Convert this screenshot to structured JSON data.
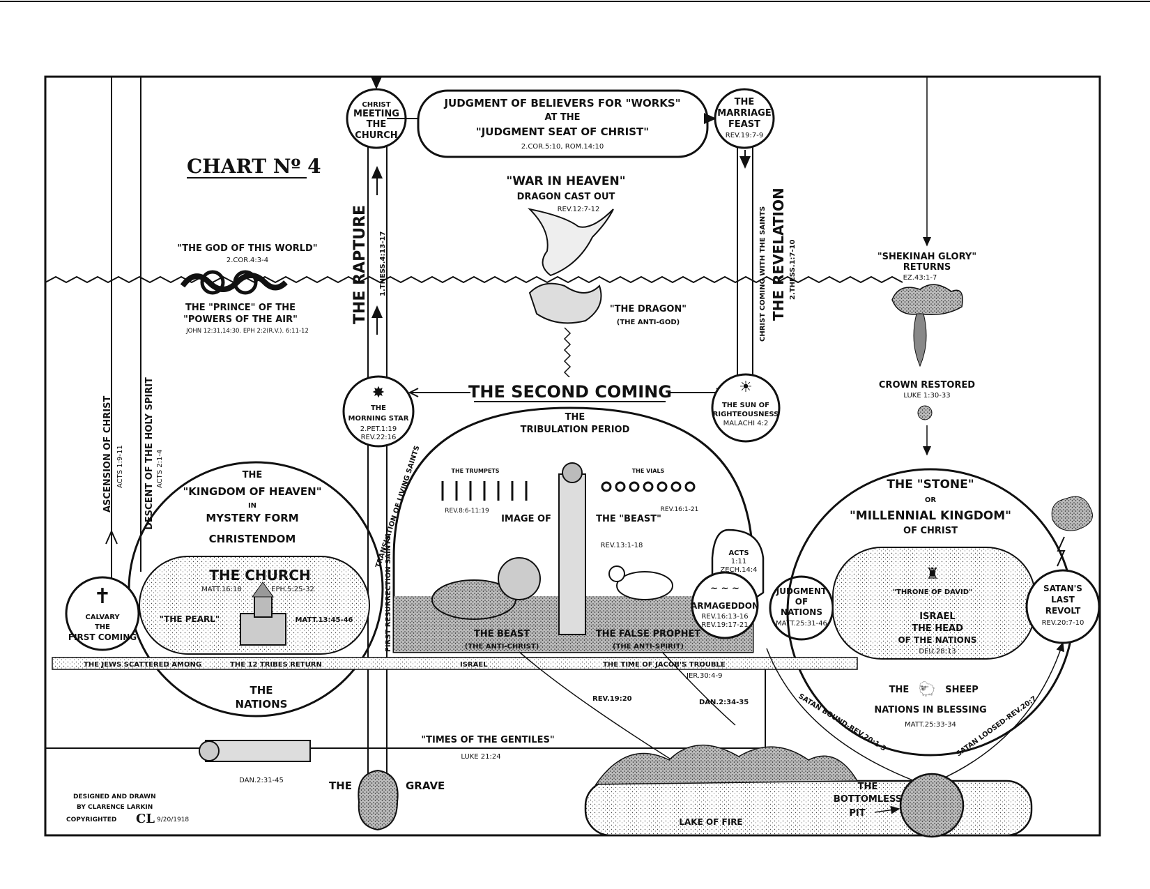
{
  "title": "CHART Nº 4",
  "top_band": {
    "judgment": [
      "JUDGMENT OF BELIEVERS FOR \"WORKS\"",
      "AT THE",
      "\"JUDGMENT SEAT OF CHRIST\"",
      "2.COR.5:10, ROM.14:10"
    ],
    "christ_meeting": [
      "CHRIST",
      "MEETING",
      "THE",
      "CHURCH"
    ],
    "marriage_feast": [
      "THE",
      "MARRIAGE",
      "FEAST",
      "REV.19:7-9"
    ]
  },
  "war_in_heaven": [
    "\"WAR IN HEAVEN\"",
    "DRAGON CAST OUT",
    "REV.12:7-12"
  ],
  "dragon": [
    "\"THE DRAGON\"",
    "(THE ANTI-GOD)"
  ],
  "god_of_world": [
    "\"THE GOD OF THIS WORLD\"",
    "2.COR.4:3-4"
  ],
  "prince_of_air": [
    "THE \"PRINCE\" OF THE",
    "\"POWERS OF THE AIR\"",
    "JOHN 12:31,14:30. EPH 2:2(R.V.). 6:11-12"
  ],
  "vertical": {
    "ascension": "ASCENSION OF CHRIST",
    "ascension_ref": "ACTS 1:9-11",
    "descent": "DESCENT OF THE HOLY SPIRIT",
    "descent_ref": "ACTS 2:1-4",
    "rapture": "THE RAPTURE",
    "rapture_ref": "1.THESS.4:13-17",
    "revelation": "THE REVELATION",
    "revelation_ref": "2.THESS.1:7-10",
    "christ_coming": "CHRIST COMING WITH THE SAINTS",
    "translation": "TRANSLATION OF LIVING SAINTS",
    "first_resurrection": "FIRST RESURRECTION SAINTS"
  },
  "shekinah": [
    "\"SHEKINAH GLORY\"",
    "RETURNS",
    "EZ.43:1-7"
  ],
  "crown": [
    "CROWN RESTORED",
    "LUKE 1:30-33"
  ],
  "second_coming": "THE SECOND COMING",
  "morning_star": [
    "THE",
    "MORNING STAR",
    "2.PET.1:19",
    "REV.22:16"
  ],
  "sun_of_righteousness": [
    "THE SUN OF",
    "RIGHTEOUSNESS",
    "MALACHI 4:2"
  ],
  "tribulation": [
    "THE",
    "TRIBULATION PERIOD"
  ],
  "trumpets": [
    "THE TRUMPETS",
    "REV.8:6-11:19"
  ],
  "vials": [
    "THE VIALS",
    "REV.16:1-21"
  ],
  "image": [
    "IMAGE OF",
    "THE \"BEAST\"",
    "REV.13:1-18"
  ],
  "beast": [
    "THE BEAST",
    "(THE ANTI-CHRIST)"
  ],
  "false_prophet": [
    "THE FALSE PROPHET",
    "(THE ANTI-SPIRIT)"
  ],
  "armageddon": [
    "ARMAGEDDON",
    "REV.16:13-16",
    "REV.19:17-21"
  ],
  "zech": [
    "ACTS",
    "1:11",
    "ZECH.14:4"
  ],
  "judgment_nations": [
    "JUDGMENT",
    "OF",
    "NATIONS",
    "MATT.25:31-46"
  ],
  "kingdom_of_heaven": [
    "THE",
    "\"KINGDOM OF HEAVEN\"",
    "IN",
    "MYSTERY FORM",
    "CHRISTENDOM"
  ],
  "church": [
    "THE CHURCH",
    "MATT.16:18",
    "EPH.5:25-32",
    "\"THE PEARL\"",
    "MATT.13:45-46"
  ],
  "calvary": [
    "CALVARY",
    "THE",
    "FIRST COMING"
  ],
  "millennial": [
    "THE \"STONE\"",
    "OR",
    "\"MILLENNIAL KINGDOM\"",
    "OF CHRIST"
  ],
  "throne": "\"THRONE OF DAVID\"",
  "israel_head": [
    "ISRAEL",
    "THE HEAD",
    "OF THE NATIONS",
    "DEU.28:13"
  ],
  "sheep_nations": [
    "THE",
    "SHEEP",
    "NATIONS IN BLESSING",
    "MATT.25:33-34"
  ],
  "satans_revolt": [
    "SATAN'S",
    "LAST",
    "REVOLT",
    "REV.20:7-10"
  ],
  "israel_band": {
    "scattered": "THE JEWS SCATTERED AMONG",
    "return": "THE 12 TRIBES RETURN",
    "israel": "ISRAEL",
    "jacobs_trouble": "THE TIME OF JACOB'S TROUBLE",
    "jer": "JER.30:4-9"
  },
  "the_nations": [
    "THE",
    "NATIONS"
  ],
  "rev1920": "REV.19:20",
  "dan234": "DAN.2:34-35",
  "satan_bound": "SATAN BOUND-REV.20:1-3",
  "satan_loosed": "SATAN LOOSED-REV.20:7",
  "gentiles": [
    "\"TIMES OF THE GENTILES\"",
    "LUKE 21:24"
  ],
  "dan231": "DAN.2:31-45",
  "grave": [
    "THE",
    "GRAVE"
  ],
  "lake_of_fire": "LAKE OF FIRE",
  "bottomless_pit": [
    "THE",
    "BOTTOMLESS",
    "PIT"
  ],
  "credit": [
    "DESIGNED AND DRAWN",
    "BY CLARENCE LARKIN",
    "COPYRIGHTED",
    "CL",
    "9/20/1918"
  ]
}
